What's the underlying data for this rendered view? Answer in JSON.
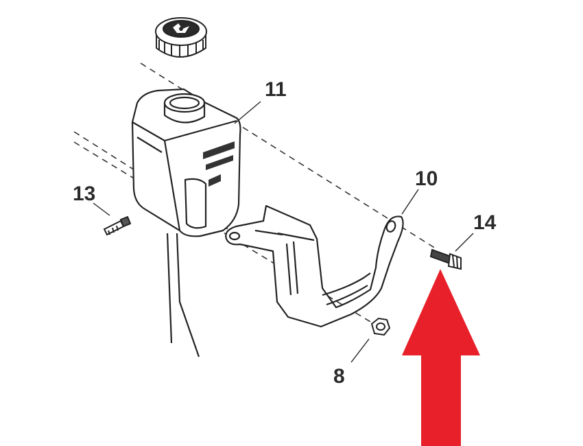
{
  "diagram": {
    "parts": [
      {
        "number": "8",
        "part": "nut"
      },
      {
        "number": "10",
        "part": "bracket"
      },
      {
        "number": "11",
        "part": "reservoir"
      },
      {
        "number": "13",
        "part": "hose-fitting"
      },
      {
        "number": "14",
        "part": "bolt"
      }
    ],
    "highlight": {
      "target": "14",
      "color": "#e8202a"
    },
    "colors": {
      "line": "#222222",
      "dash": "#333333",
      "background": "#ffffff"
    }
  }
}
